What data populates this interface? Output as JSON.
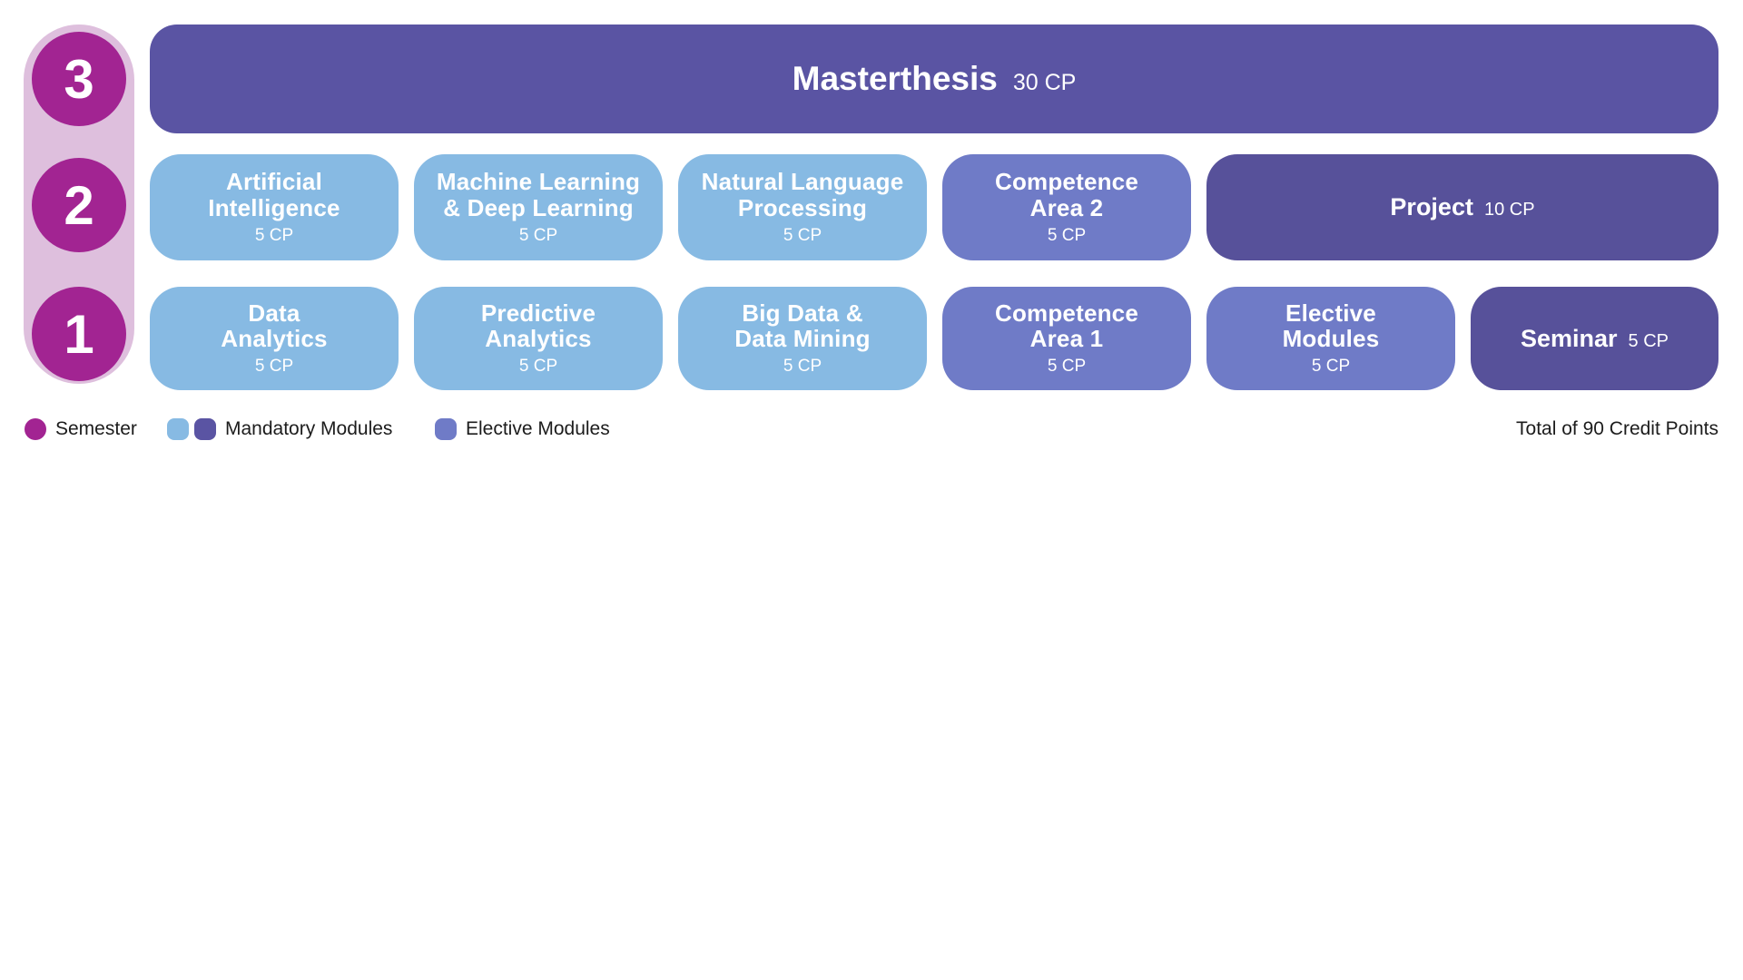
{
  "palette": {
    "semester": "#a22492",
    "track": "#debfdd",
    "mandatory-light": "#87bae3",
    "mandatory-dark": "#5a54a3",
    "mandatory-darker": "#57519a",
    "elective": "#6f7bc7",
    "ink": "#1c1c1c"
  },
  "semesters": [
    "3",
    "2",
    "1"
  ],
  "masterthesis": {
    "title": "Masterthesis",
    "cp": "30 CP"
  },
  "semester2": [
    {
      "line1": "Artificial",
      "line2": "Intelligence",
      "cp": "5 CP"
    },
    {
      "line1": "Machine Learning",
      "line2": "& Deep Learning",
      "cp": "5 CP"
    },
    {
      "line1": "Natural Language",
      "line2": "Processing",
      "cp": "5 CP"
    },
    {
      "line1": "Competence",
      "line2": "Area 2",
      "cp": "5 CP"
    },
    {
      "title": "Project",
      "cp": "10 CP"
    }
  ],
  "semester1": [
    {
      "line1": "Data",
      "line2": "Analytics",
      "cp": "5 CP"
    },
    {
      "line1": "Predictive",
      "line2": "Analytics",
      "cp": "5 CP"
    },
    {
      "line1": "Big Data &",
      "line2": "Data Mining",
      "cp": "5 CP"
    },
    {
      "line1": "Competence",
      "line2": "Area 1",
      "cp": "5 CP"
    },
    {
      "line1": "Elective",
      "line2": "Modules",
      "cp": "5 CP"
    },
    {
      "title": "Seminar",
      "cp": "5 CP"
    }
  ],
  "legend": {
    "semester_label": "Semester",
    "mandatory_label": "Mandatory Modules",
    "elective_label": "Elective Modules",
    "total": "Total of 90 Credit Points"
  }
}
